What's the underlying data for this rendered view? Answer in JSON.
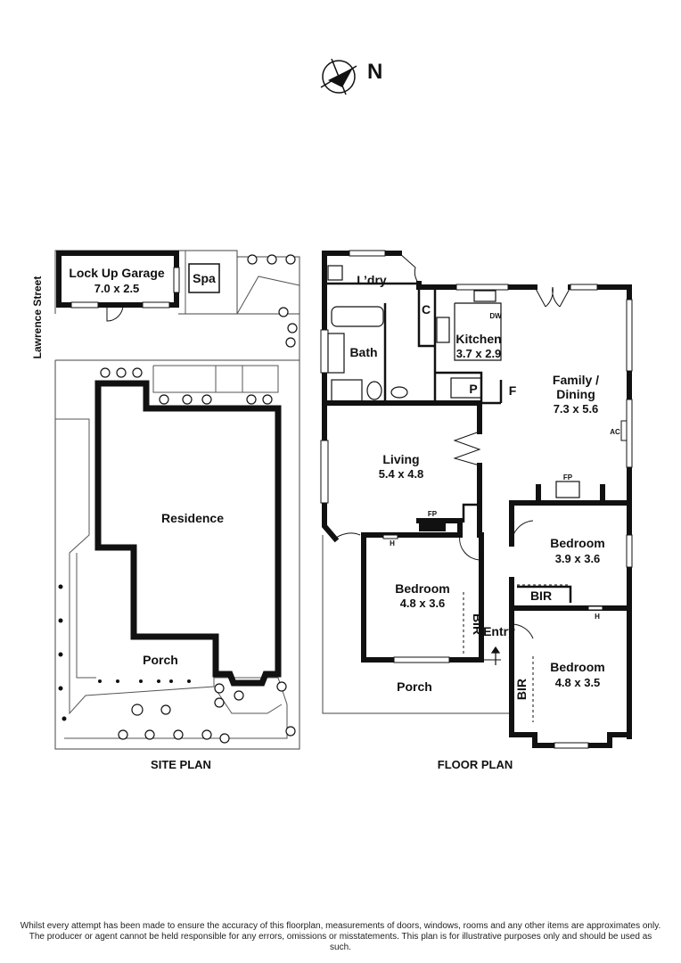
{
  "compass": {
    "label": "N"
  },
  "site_plan": {
    "caption": "SITE PLAN",
    "street": "Lawrence Street",
    "garage": {
      "name": "Lock Up Garage",
      "dims": "7.0 x 2.5"
    },
    "spa": "Spa",
    "residence": "Residence",
    "porch": "Porch"
  },
  "floor_plan": {
    "caption": "FLOOR PLAN",
    "laundry": "L’dry",
    "bath": "Bath",
    "cupboard": "C",
    "dishwasher": "DW",
    "kitchen": {
      "name": "Kitchen",
      "dims": "3.7 x 2.9"
    },
    "pantry": "P",
    "fridge": "F",
    "family": {
      "name": "Family /",
      "name2": "Dining",
      "dims": "7.3 x 5.6"
    },
    "aircon": "AC",
    "living": {
      "name": "Living",
      "dims": "5.4 x 4.8"
    },
    "fireplace_living": "FP",
    "fireplace_family": "FP",
    "heater_1": "H",
    "heater_2": "H",
    "bedroom_1": {
      "name": "Bedroom",
      "dims": "4.8 x 3.6"
    },
    "bedroom_2": {
      "name": "Bedroom",
      "dims": "3.9 x 3.6"
    },
    "bedroom_3": {
      "name": "Bedroom",
      "dims": "4.8 x 3.5"
    },
    "bir_1": "BIR",
    "bir_2": "BIR",
    "bir_3": "BIR",
    "entry": "Entry",
    "porch": "Porch"
  },
  "disclaimer": {
    "line1": "Whilst every attempt has been made to ensure the accuracy of this floorplan, measurements of doors, windows, rooms and any other items are approximates only.",
    "line2": "The producer or agent cannot be held responsible for any errors, omissions or misstatements. This plan is for illustrative purposes only and should be used as such."
  }
}
